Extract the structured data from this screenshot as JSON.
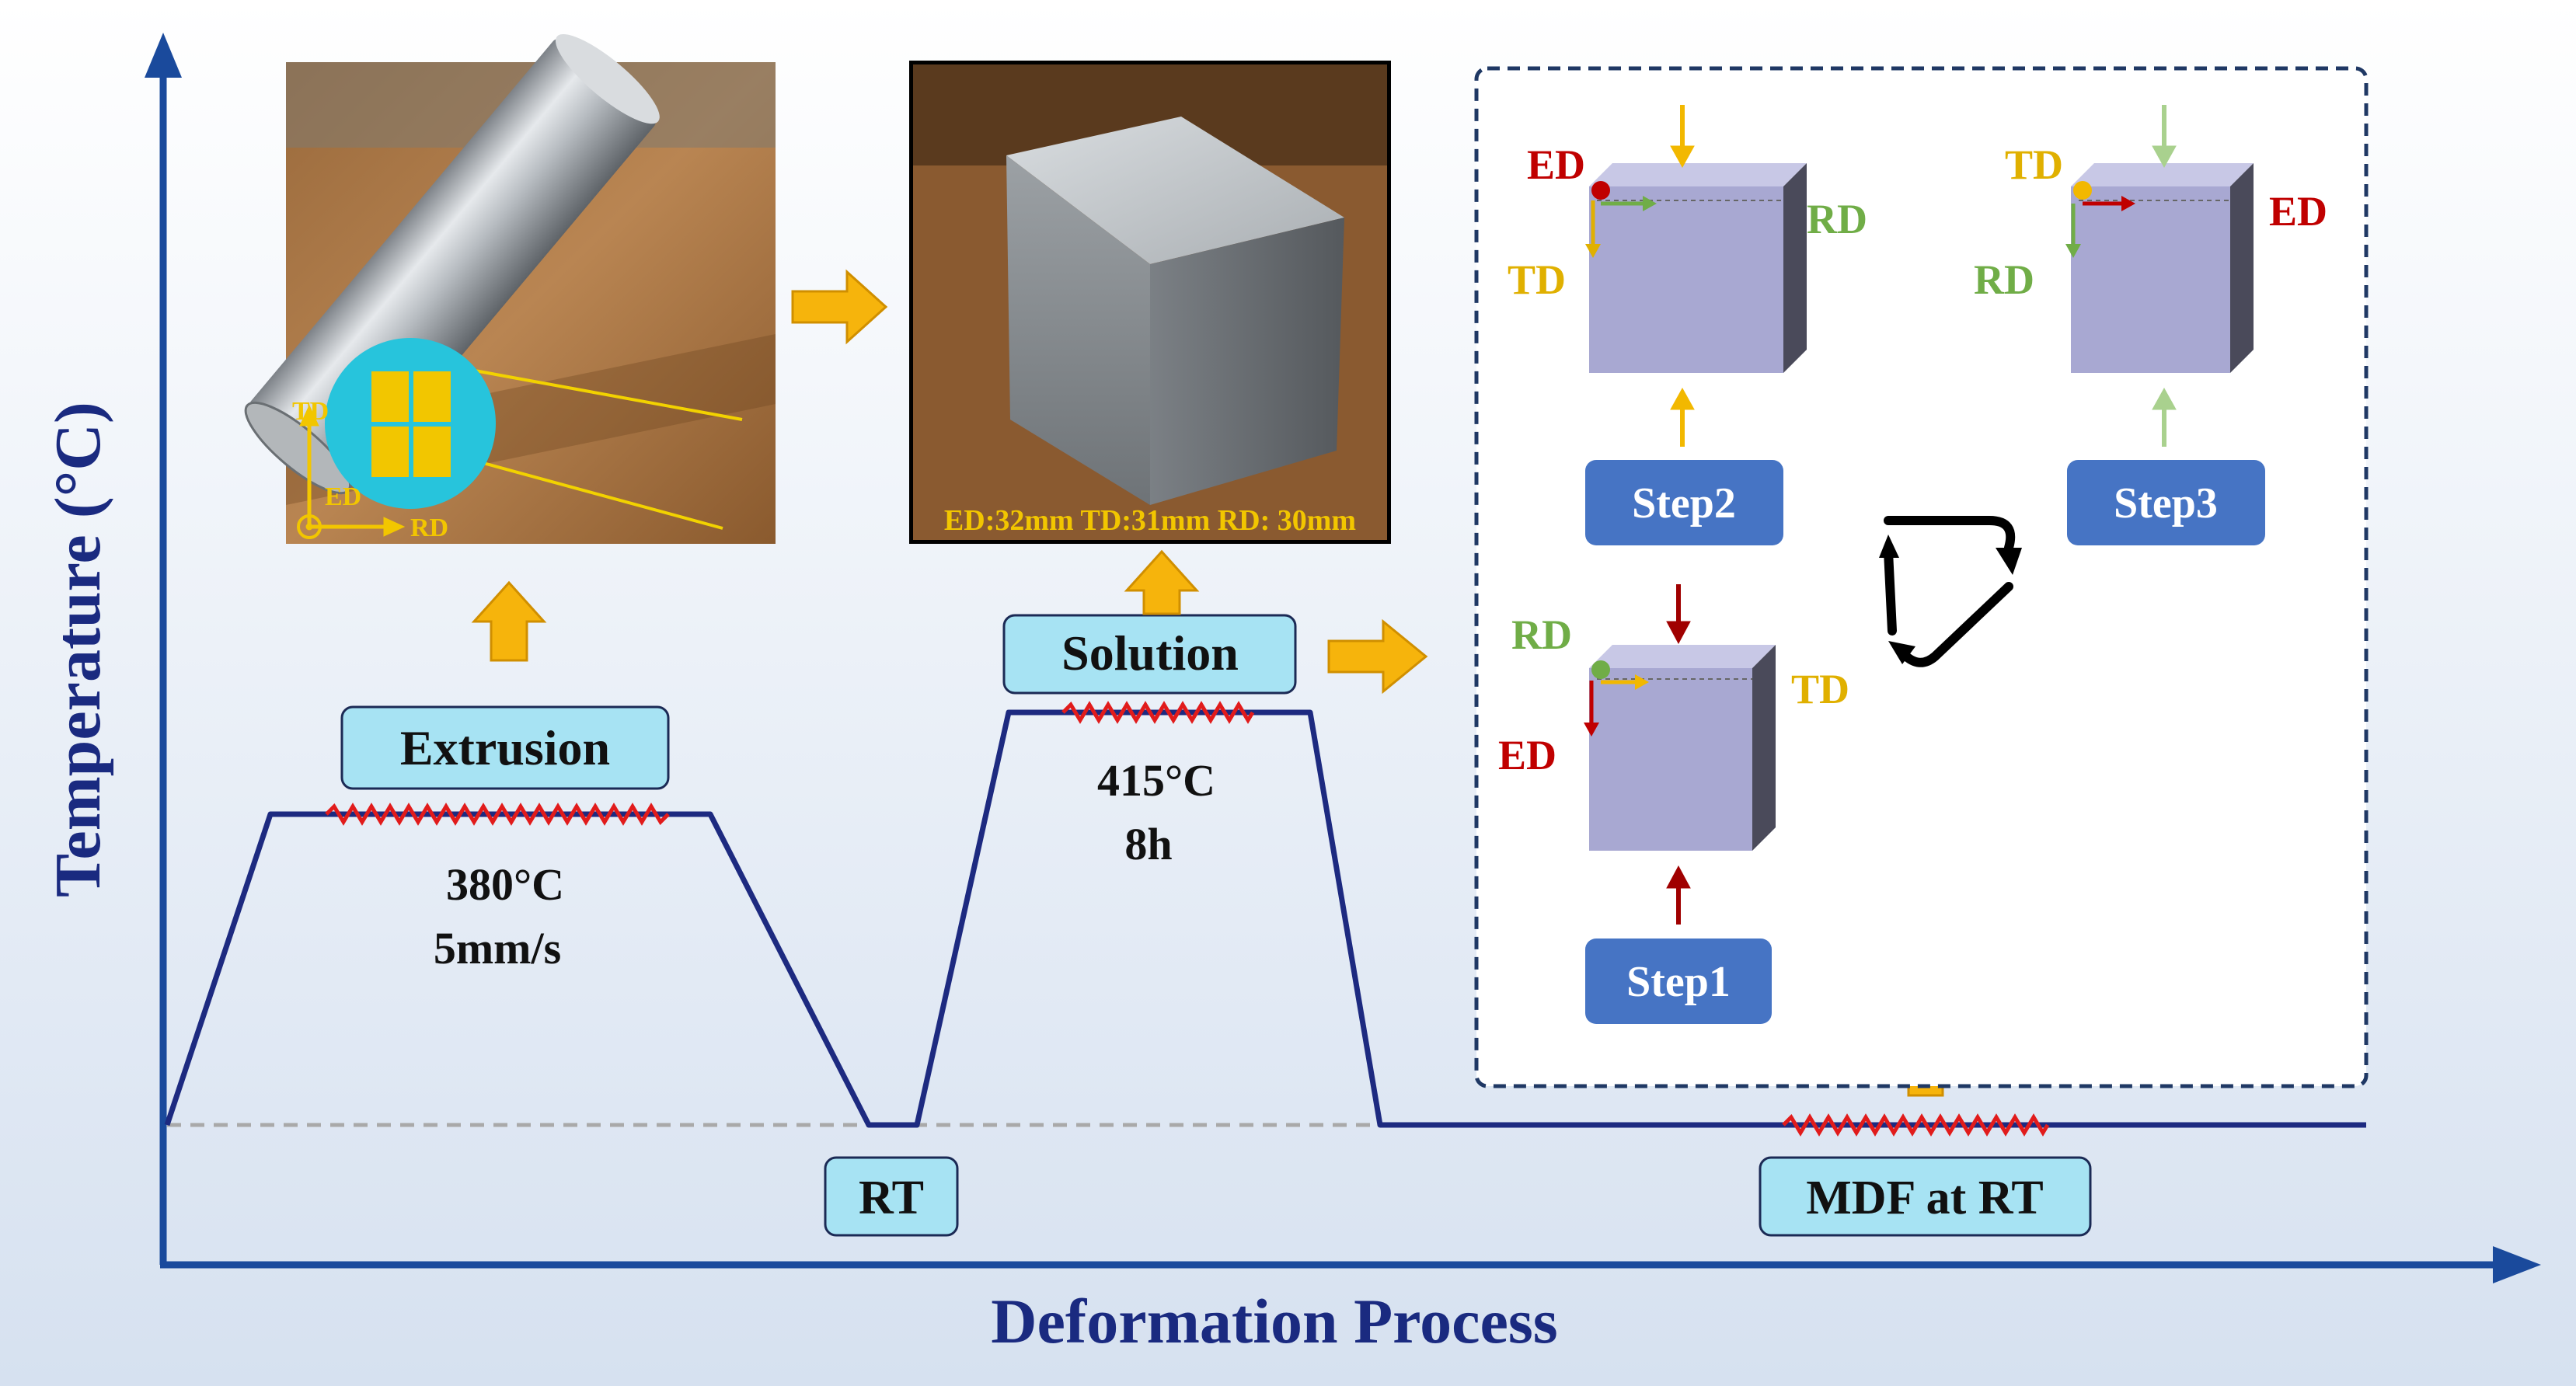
{
  "axes": {
    "y_label": "Temperature (°C)",
    "x_label": "Deformation Process"
  },
  "stages": {
    "extrusion": {
      "label": "Extrusion",
      "temperature": "380°C",
      "rate": "5mm/s"
    },
    "room_temp": {
      "label": "RT"
    },
    "solution": {
      "label": "Solution",
      "temperature": "415°C",
      "time": "8h"
    },
    "mdf": {
      "label": "MDF at RT"
    }
  },
  "photos": {
    "rod": {
      "axes": {
        "td": "TD",
        "ed": "ED",
        "rd": "RD"
      }
    },
    "cube": {
      "caption": "ED:32mm TD:31mm RD: 30mm"
    }
  },
  "mdf_panel": {
    "step1": {
      "label": "Step1",
      "top_axis": "RD",
      "right_axis": "TD",
      "down_axis": "ED"
    },
    "step2": {
      "label": "Step2",
      "top_axis": "ED",
      "right_axis": "RD",
      "down_axis": "TD"
    },
    "step3": {
      "label": "Step3",
      "top_axis": "TD",
      "right_axis": "ED",
      "down_axis": "RD"
    }
  },
  "colors": {
    "curve": "#1d2a80",
    "axis": "#1a4a9c",
    "label_fill": "#a7e3f3",
    "step_fill": "#4674c4",
    "process_arrow": "#f6b40c",
    "zigzag": "#e11b1b",
    "ed": "#c00000",
    "td": "#e0b000",
    "rd": "#70ad47",
    "panel_border": "#1f3864"
  }
}
